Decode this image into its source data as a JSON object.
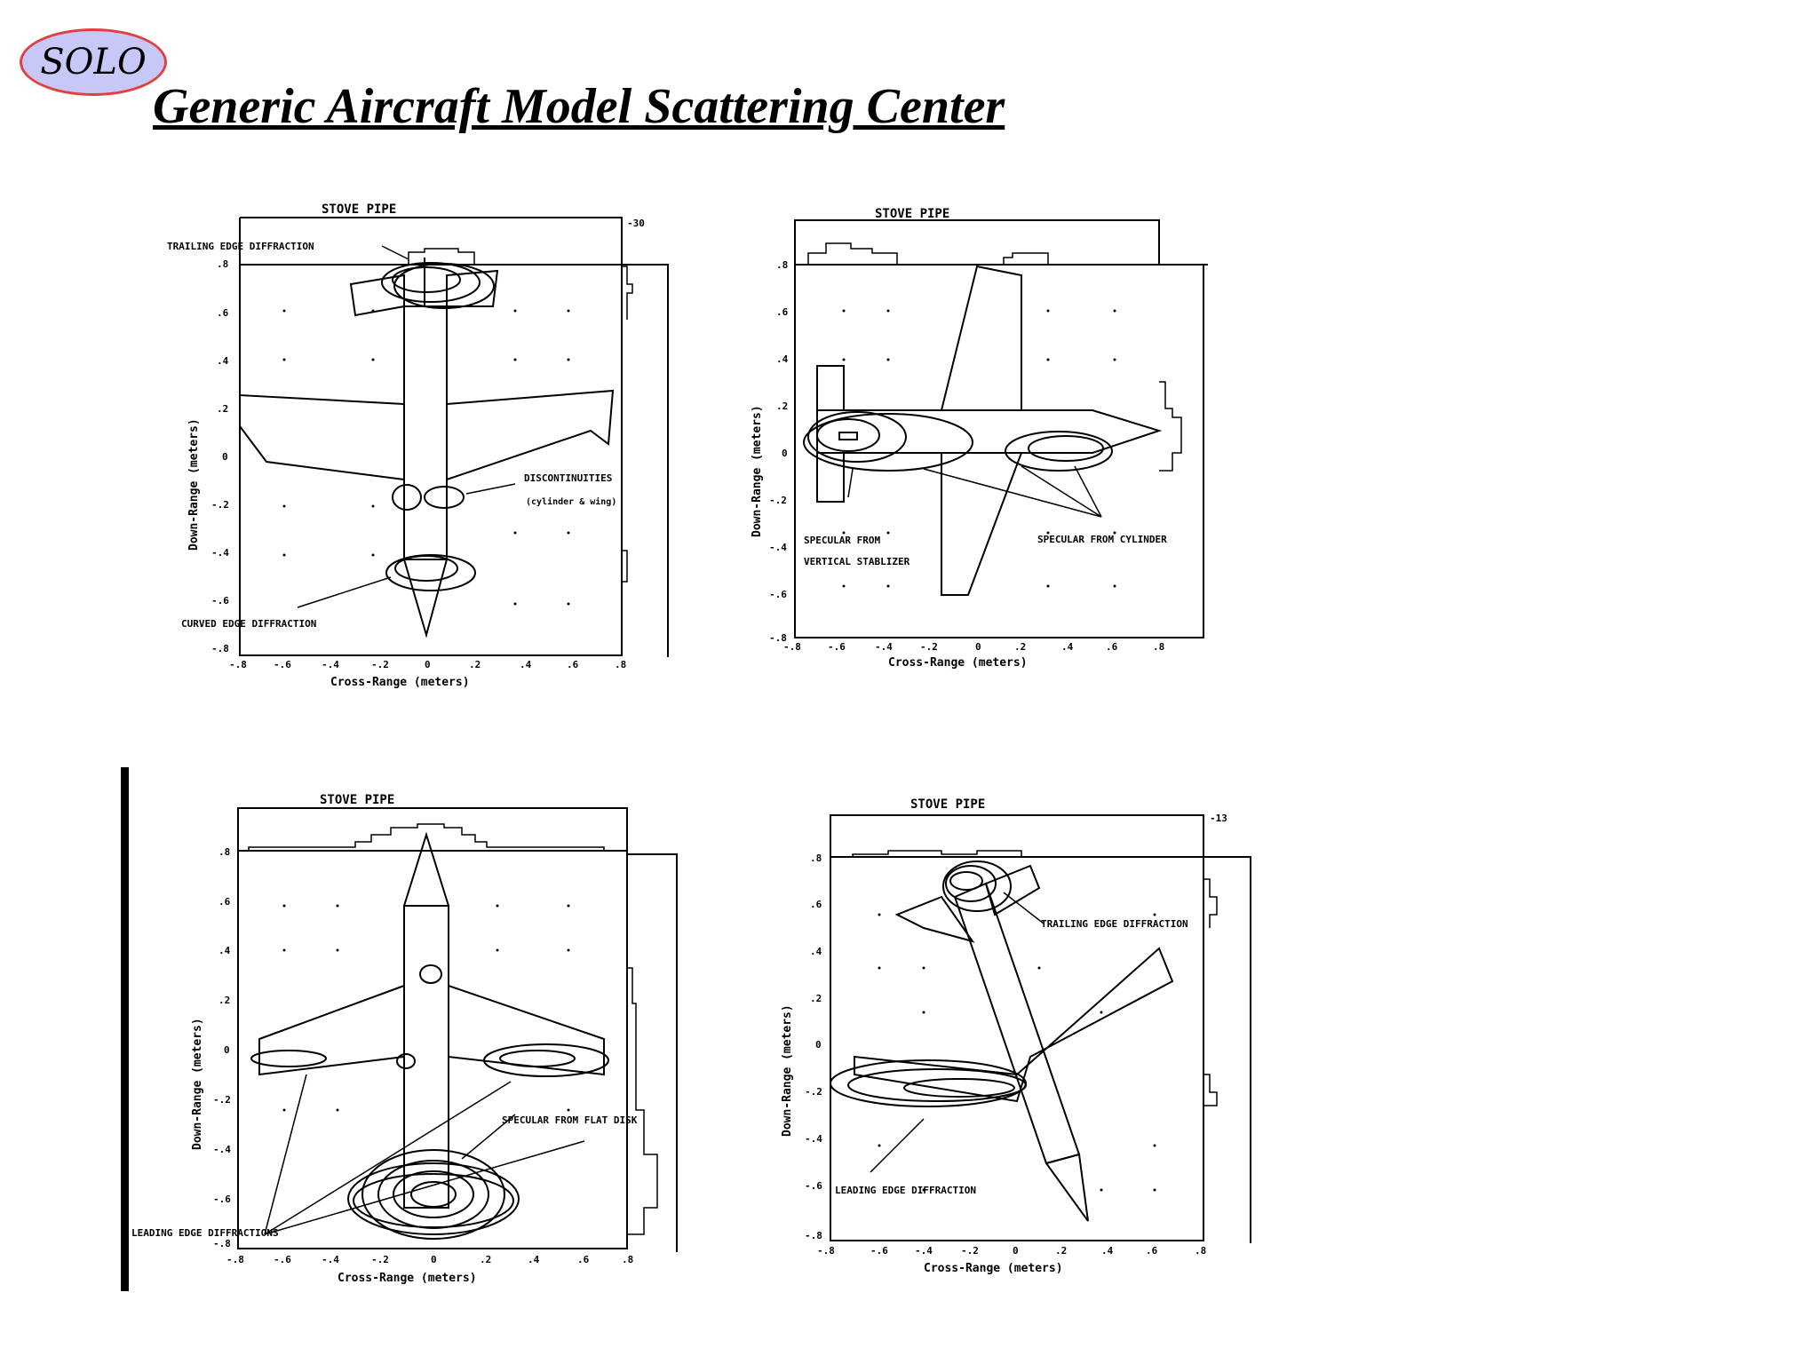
{
  "header": {
    "logo_text": "SOLO",
    "title": "Generic Aircraft Model Scattering Center"
  },
  "panels": [
    {
      "id": "top-left",
      "plot_title": "STOVE PIPE",
      "corner_value": "-30",
      "xlabel": "Cross-Range (meters)",
      "ylabel": "Down-Range (meters)",
      "x_ticks": [
        "-.8",
        "-.6",
        "-.4",
        "-.2",
        "0",
        ".2",
        ".4",
        ".6",
        ".8"
      ],
      "y_ticks": [
        ".8",
        ".6",
        ".4",
        ".2",
        "0",
        "-.2",
        "-.4",
        "-.6",
        "-.8"
      ],
      "annotations": [
        "TRAILING EDGE DIFFRACTION",
        "DISCONTINUITIES",
        "(cylinder & wing)",
        "CURVED EDGE DIFFRACTION"
      ]
    },
    {
      "id": "top-right",
      "plot_title": "STOVE PIPE",
      "xlabel": "Cross-Range (meters)",
      "ylabel": "Down-Range (meters)",
      "x_ticks": [
        "-.8",
        "-.6",
        "-.4",
        "-.2",
        "0",
        ".2",
        ".4",
        ".6",
        ".8"
      ],
      "y_ticks": [
        ".8",
        ".6",
        ".4",
        ".2",
        "0",
        "-.2",
        "-.4",
        "-.6",
        "-.8"
      ],
      "annotations": [
        "SPECULAR FROM",
        "VERTICAL STABLIZER",
        "SPECULAR FROM CYLINDER"
      ]
    },
    {
      "id": "bottom-left",
      "plot_title": "STOVE PIPE",
      "xlabel": "Cross-Range (meters)",
      "ylabel": "Down-Range (meters)",
      "x_ticks": [
        "-.8",
        "-.6",
        "-.4",
        "-.2",
        "0",
        ".2",
        ".4",
        ".6",
        ".8"
      ],
      "y_ticks": [
        ".8",
        ".6",
        ".4",
        ".2",
        "0",
        "-.2",
        "-.4",
        "-.6",
        "-.8"
      ],
      "annotations": [
        "SPECULAR FROM FLAT DISK",
        "LEADING EDGE DIFFRACTIONS"
      ]
    },
    {
      "id": "bottom-right",
      "plot_title": "STOVE PIPE",
      "corner_value": "-13",
      "xlabel": "Cross-Range (meters)",
      "ylabel": "Down-Range (meters)",
      "x_ticks": [
        "-.8",
        "-.6",
        "-.4",
        "-.2",
        "0",
        ".2",
        ".4",
        ".6",
        ".8"
      ],
      "y_ticks": [
        ".8",
        ".6",
        ".4",
        ".2",
        "0",
        "-.2",
        "-.4",
        "-.6",
        "-.8"
      ],
      "annotations": [
        "TRAILING EDGE DIFFRACTION",
        "LEADING EDGE DIFFRACTION"
      ]
    }
  ],
  "colors": {
    "logo_fill": "#c8c8f8",
    "logo_border": "#e04040",
    "ink": "#000000"
  }
}
